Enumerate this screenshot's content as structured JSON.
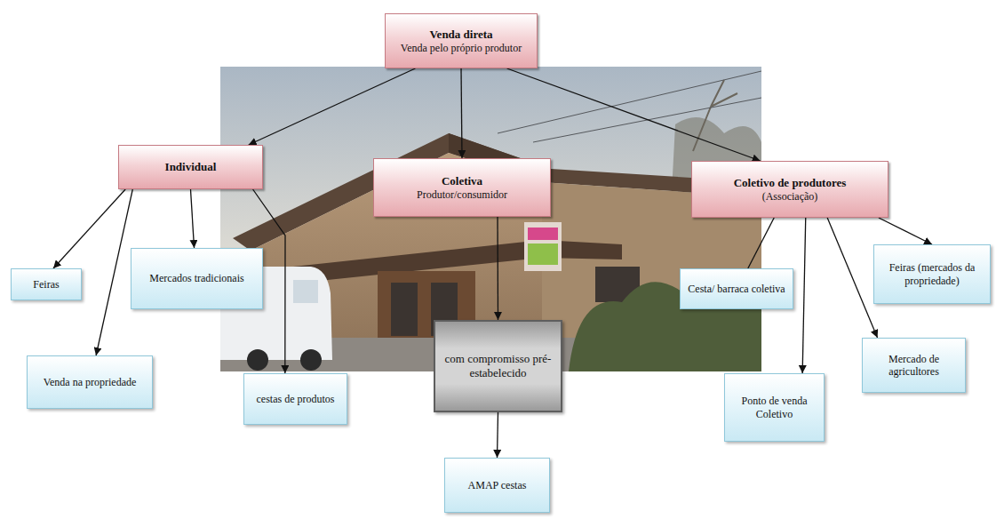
{
  "diagram": {
    "nodes": [
      {
        "text": [
          "Venda direta",
          "Venda pelo próprio produtor"
        ]
      },
      {
        "text": [
          "Individual"
        ]
      },
      {
        "text": [
          "Coletiva",
          "Produtor/consumidor"
        ]
      },
      {
        "text": [
          "Coletivo de produtores",
          "(Associação)"
        ]
      },
      {
        "text": [
          "Feiras"
        ]
      },
      {
        "text": [
          "Mercados tradicionais"
        ]
      },
      {
        "text": [
          "Venda na propriedade"
        ]
      },
      {
        "text": [
          "cestas de produtos"
        ]
      },
      {
        "text": [
          "com compromisso pré-estabelecido"
        ]
      },
      {
        "text": [
          "AMAP cestas"
        ]
      },
      {
        "text": [
          "Cesta/ barraca coletiva"
        ]
      },
      {
        "text": [
          "Feiras (mercados da propriedade)"
        ]
      },
      {
        "text": [
          "Ponto de venda Coletivo"
        ]
      },
      {
        "text": [
          "Mercado de agricultores"
        ]
      }
    ],
    "edges": [
      {
        "from": 0,
        "to": 1,
        "arrow": "to"
      },
      {
        "from": 0,
        "to": 2,
        "arrow": "to"
      },
      {
        "from": 0,
        "to": 3,
        "arrow": "to"
      },
      {
        "from": 1,
        "to": 4,
        "arrow": "to"
      },
      {
        "from": 1,
        "to": 5,
        "arrow": "to"
      },
      {
        "from": 1,
        "to": 6,
        "arrow": "to"
      },
      {
        "from": 1,
        "to": 7,
        "arrow": "to"
      },
      {
        "from": 2,
        "to": 8,
        "arrow": "to"
      },
      {
        "from": 8,
        "to": 9,
        "arrow": "to"
      },
      {
        "from": 3,
        "to": 10,
        "arrow": "none"
      },
      {
        "from": 3,
        "to": 12,
        "arrow": "to"
      },
      {
        "from": 3,
        "to": 13,
        "arrow": "to"
      },
      {
        "from": 3,
        "to": 11,
        "arrow": "to"
      }
    ]
  }
}
